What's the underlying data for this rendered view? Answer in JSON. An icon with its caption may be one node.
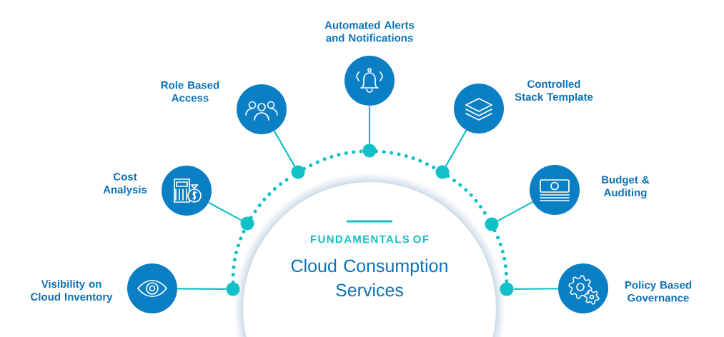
{
  "diagram": {
    "nodes": [
      {
        "text": [
          "FUNDAMENTALS OF",
          "Cloud Consumption Services"
        ]
      },
      {
        "text": [],
        "shape": "circle",
        "beside": [
          "Visibility on Cloud Inventory"
        ]
      },
      {
        "text": [],
        "shape": "circle",
        "beside": [
          "Cost Analysis"
        ]
      },
      {
        "text": [],
        "shape": "circle",
        "beside": [
          "Role Based Access"
        ]
      },
      {
        "text": [],
        "shape": "circle",
        "beside": [
          "Automated Alerts and Notifications"
        ]
      },
      {
        "text": [],
        "shape": "circle",
        "beside": [
          "Controlled Stack Template"
        ]
      },
      {
        "text": [],
        "shape": "circle",
        "beside": [
          "Budget & Auditing"
        ]
      },
      {
        "text": [],
        "shape": "circle",
        "beside": [
          "Policy Based Governance"
        ]
      },
      {
        "text": [],
        "shape": "circle"
      },
      {
        "text": [],
        "shape": "circle"
      },
      {
        "text": [],
        "shape": "circle"
      },
      {
        "text": [],
        "shape": "circle"
      },
      {
        "text": [],
        "shape": "circle"
      },
      {
        "text": [],
        "shape": "circle"
      },
      {
        "text": [],
        "shape": "circle"
      }
    ],
    "edges": [
      {
        "from": 1,
        "to": 8,
        "arrow": "none"
      },
      {
        "from": 2,
        "to": 9,
        "arrow": "none"
      },
      {
        "from": 3,
        "to": 10,
        "arrow": "none"
      },
      {
        "from": 4,
        "to": 11,
        "arrow": "none"
      },
      {
        "from": 5,
        "to": 12,
        "arrow": "none"
      },
      {
        "from": 6,
        "to": 13,
        "arrow": "none"
      },
      {
        "from": 7,
        "to": 14,
        "arrow": "none"
      },
      {
        "from": 8,
        "to": 9,
        "arrow": "none",
        "style": "dashed"
      },
      {
        "from": 9,
        "to": 10,
        "arrow": "none",
        "style": "dashed"
      },
      {
        "from": 10,
        "to": 11,
        "arrow": "none",
        "style": "dashed"
      },
      {
        "from": 11,
        "to": 12,
        "arrow": "none",
        "style": "dashed"
      },
      {
        "from": 12,
        "to": 13,
        "arrow": "none",
        "style": "dashed"
      },
      {
        "from": 13,
        "to": 14,
        "arrow": "none",
        "style": "dashed"
      }
    ]
  }
}
